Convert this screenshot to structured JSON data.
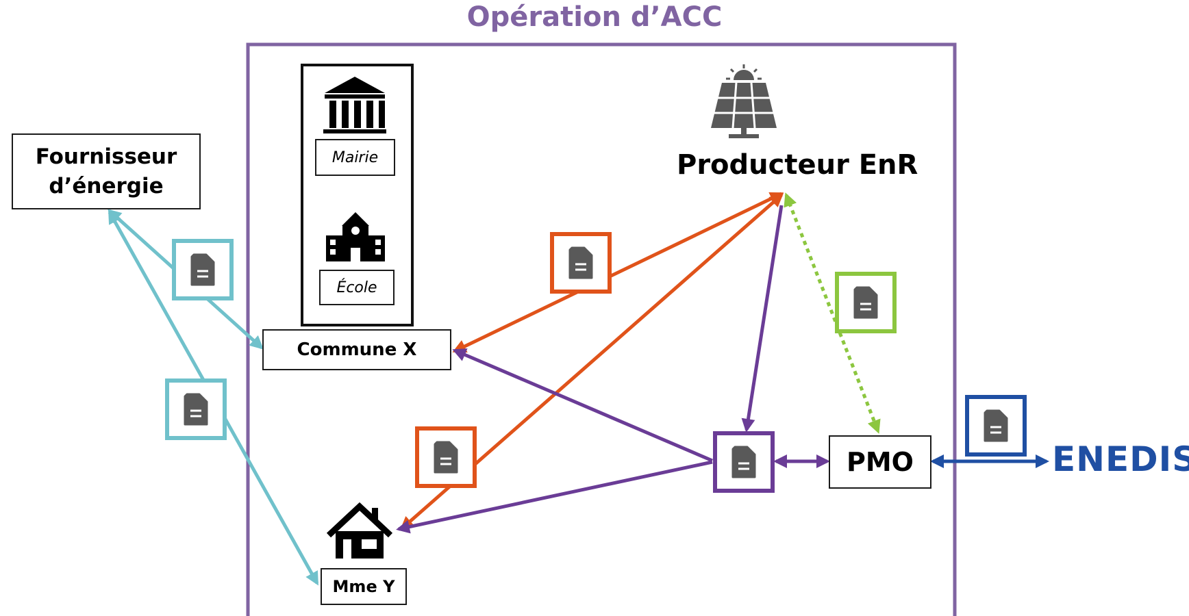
{
  "title": "Opération d’ACC",
  "nodes": {
    "supplier": "Fournisseur d’énergie",
    "supplier_line1": "Fournisseur",
    "supplier_line2": "d’énergie",
    "mairie": "Mairie",
    "ecole": "École",
    "commune": "Commune X",
    "producer": "Producteur EnR",
    "pmo": "PMO",
    "mme": "Mme Y",
    "enedis": "ENEDIS"
  },
  "colors": {
    "title": "#8064a2",
    "perimeter": "#8064a2",
    "supplier_contract": "#70c1cb",
    "sale_contract": "#e0531a",
    "pmo_agreement": "#6a3c96",
    "producer_pmo": "#8cc63f",
    "enedis_agreement": "#1f4fa3",
    "document_icon": "#595959"
  },
  "icons": [
    "townhall-icon",
    "school-icon",
    "solar-panel-icon",
    "house-icon",
    "document-icon"
  ]
}
